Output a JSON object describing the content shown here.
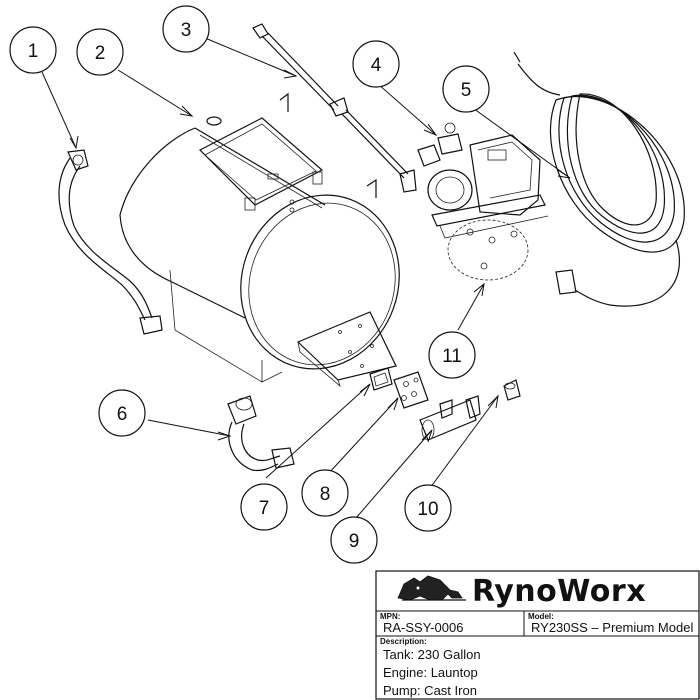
{
  "callouts": [
    "1",
    "2",
    "3",
    "4",
    "5",
    "6",
    "7",
    "8",
    "9",
    "10",
    "11"
  ],
  "title_block": {
    "brand": "RynoWorx",
    "mpn_label": "MPN:",
    "mpn_value": "RA-SSY-0006",
    "model_label": "Model:",
    "model_value": "RY230SS – Premium Model",
    "description_label": "Description:",
    "description_lines": [
      "Tank: 230 Gallon",
      "Engine: Launtop",
      "Pump: Cast Iron"
    ]
  },
  "icons": {
    "logo": "rhino-logo-icon"
  }
}
